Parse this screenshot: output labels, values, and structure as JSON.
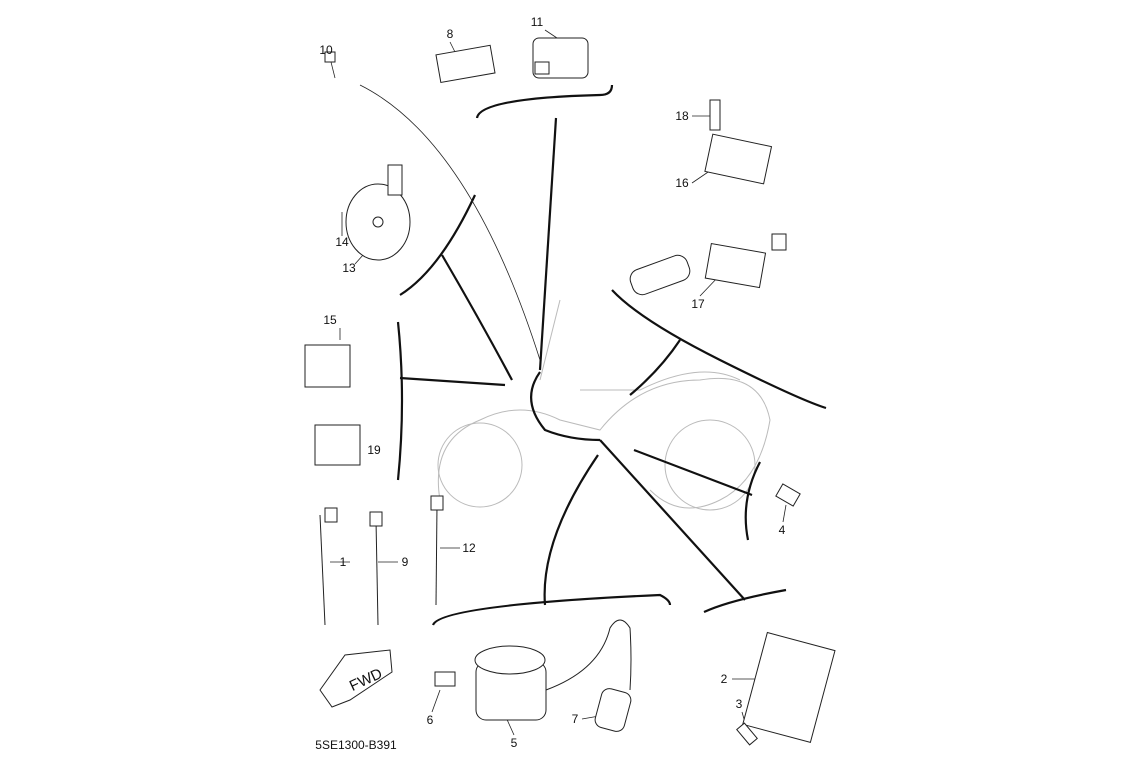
{
  "diagram": {
    "code": "5SE1300-B391",
    "fwd_label": "FWD",
    "callouts": {
      "p1": "1",
      "p2": "2",
      "p3": "3",
      "p4": "4",
      "p5": "5",
      "p6": "6",
      "p7": "7",
      "p8": "8",
      "p9": "9",
      "p10": "10",
      "p11": "11",
      "p12": "12",
      "p13": "13",
      "p14": "14",
      "p15": "15",
      "p16": "16",
      "p17": "17",
      "p18": "18",
      "p19": "19"
    }
  }
}
